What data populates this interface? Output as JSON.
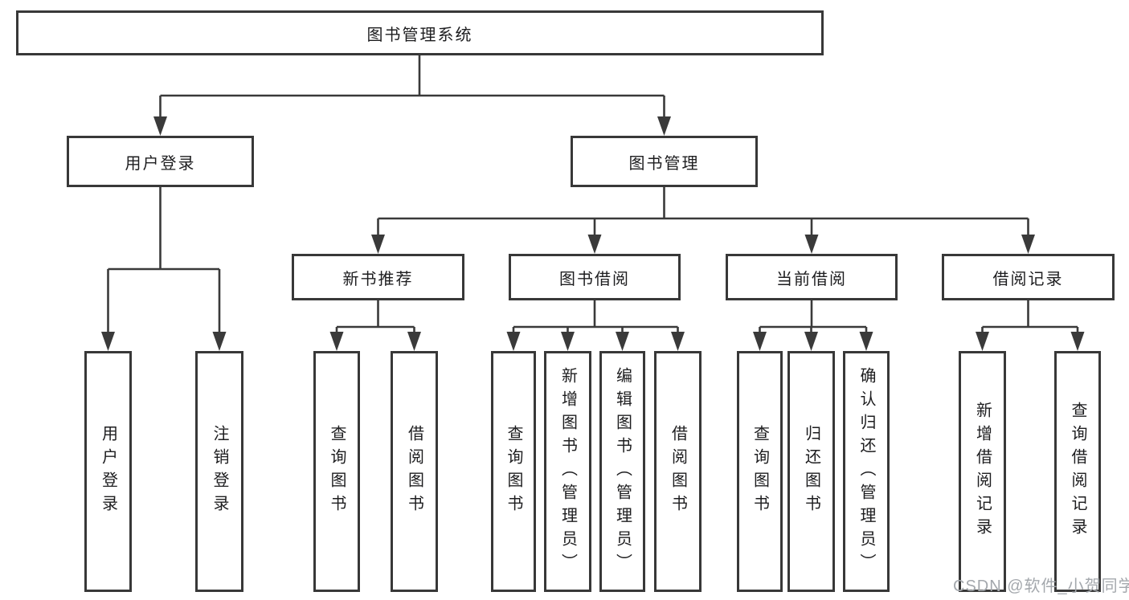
{
  "diagram": {
    "title": "图书管理系统",
    "colors": {
      "line": "#3a3a3a",
      "box_border": "#383838",
      "text": "#1d1d1f",
      "watermark": "#a4a8ad",
      "background": "#ffffff"
    },
    "root": {
      "label": "图书管理系统"
    },
    "level2": [
      {
        "id": "user-login",
        "label": "用户登录"
      },
      {
        "id": "book-management",
        "label": "图书管理"
      }
    ],
    "level3": [
      {
        "id": "new-book-recommendation",
        "parent": "图书管理",
        "label": "新书推荐"
      },
      {
        "id": "book-borrowing",
        "parent": "图书管理",
        "label": "图书借阅"
      },
      {
        "id": "current-borrowing",
        "parent": "图书管理",
        "label": "当前借阅"
      },
      {
        "id": "borrowing-records",
        "parent": "图书管理",
        "label": "借阅记录"
      }
    ],
    "level4": [
      {
        "parent": "用户登录",
        "label": "用户登录"
      },
      {
        "parent": "用户登录",
        "label": "注销登录"
      },
      {
        "parent": "新书推荐",
        "label": "查询图书"
      },
      {
        "parent": "新书推荐",
        "label": "借阅图书"
      },
      {
        "parent": "图书借阅",
        "label": "查询图书"
      },
      {
        "parent": "图书借阅",
        "label": "新增图书（管理员）"
      },
      {
        "parent": "图书借阅",
        "label": "编辑图书（管理员）"
      },
      {
        "parent": "图书借阅",
        "label": "借阅图书"
      },
      {
        "parent": "当前借阅",
        "label": "查询图书"
      },
      {
        "parent": "当前借阅",
        "label": "归还图书"
      },
      {
        "parent": "当前借阅",
        "label": "确认归还（管理员）"
      },
      {
        "parent": "借阅记录",
        "label": "新增借阅记录"
      },
      {
        "parent": "借阅记录",
        "label": "查询借阅记录"
      }
    ],
    "watermark": "CSDN @软件_小贺同学"
  }
}
